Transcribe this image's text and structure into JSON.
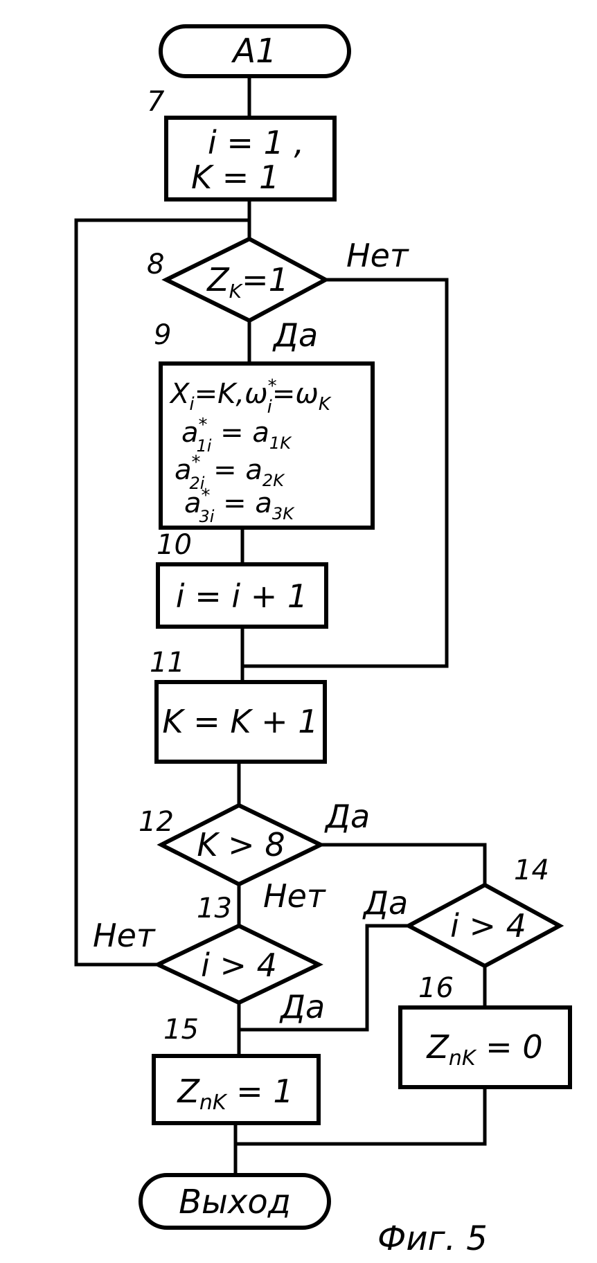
{
  "start": {
    "label": "A1"
  },
  "end": {
    "label": "Выход"
  },
  "figure_caption": "Фиг. 5",
  "blocks": {
    "b7": {
      "number": "7",
      "lines": [
        "i = 1 ,",
        "K = 1"
      ]
    },
    "b8": {
      "number": "8",
      "condition": "Z",
      "condition_sub": "K",
      "condition_rest": "=1",
      "yes_label": "Да",
      "no_label": "Нет"
    },
    "b9": {
      "number": "9",
      "l1": {
        "x": "X",
        "xs": "i",
        "eq1": "=K,",
        "w": "ω",
        "ws": "*",
        "wi": "i",
        "eq2": "=ω",
        "wk": "K"
      },
      "l2": {
        "a": "a",
        "sup": "*",
        "sub": "1i",
        "eq": " = a",
        "rsub": "1K"
      },
      "l3": {
        "a": "a",
        "sup": "*",
        "sub": "2i",
        "eq": " = a",
        "rsub": "2K"
      },
      "l4": {
        "a": "a",
        "sup": "*",
        "sub": "3i",
        "eq": " = a",
        "rsub": "3K"
      }
    },
    "b10": {
      "number": "10",
      "text": "i = i + 1"
    },
    "b11": {
      "number": "11",
      "text": "K = K + 1"
    },
    "b12": {
      "number": "12",
      "condition": "K > 8",
      "yes_label": "Да",
      "no_label": "Нет"
    },
    "b13": {
      "number": "13",
      "condition": "i > 4",
      "yes_label": "Да",
      "no_label": "Нет"
    },
    "b14": {
      "number": "14",
      "condition": "i > 4",
      "yes_label": "Да"
    },
    "b15": {
      "number": "15",
      "main": "Z",
      "sub": "nK",
      "rest": " = 1"
    },
    "b16": {
      "number": "16",
      "main": "Z",
      "sub": "nK",
      "rest": " = 0"
    }
  }
}
